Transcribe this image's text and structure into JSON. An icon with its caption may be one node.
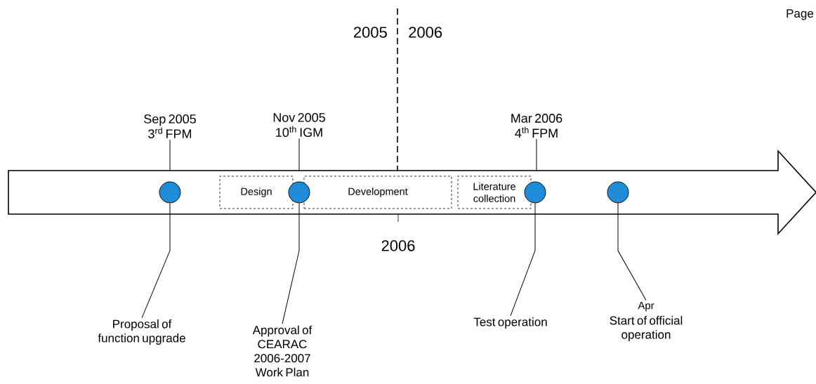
{
  "diagram": {
    "nodes": [
      {
        "text": [],
        "shape": "arrow"
      },
      {
        "text": [
          "Design"
        ],
        "in": 0
      },
      {
        "text": [
          "Development"
        ],
        "in": 0
      },
      {
        "text": [
          "Literature collection"
        ],
        "in": 0
      },
      {
        "text": [],
        "shape": "circle",
        "in": 0
      },
      {
        "text": [],
        "shape": "circle",
        "in": 0
      },
      {
        "text": [],
        "shape": "circle",
        "in": 0
      },
      {
        "text": [],
        "shape": "circle",
        "in": 0
      },
      {
        "text": [
          "Sep 2005 3$^{rd}$ FPM"
        ]
      },
      {
        "text": [
          "Nov 2005 10$^{th}$ IGM"
        ]
      },
      {
        "text": [
          "Mar 2006 4$^{th}$ FPM"
        ]
      },
      {
        "text": [
          "Proposal of function upgrade"
        ]
      },
      {
        "text": [
          "Approval of CEARAC 2006-2007 Work Plan"
        ]
      },
      {
        "text": [
          "Test operation"
        ]
      },
      {
        "text": [
          "Apr",
          "Start of official operation"
        ]
      }
    ],
    "edges": [
      {
        "from": 8,
        "to": 0,
        "arrow": "none"
      },
      {
        "from": 9,
        "to": 0,
        "arrow": "none"
      },
      {
        "from": 10,
        "to": 0,
        "arrow": "none"
      },
      {
        "from": 4,
        "to": 11,
        "arrow": "none"
      },
      {
        "from": 5,
        "to": 12,
        "arrow": "none"
      },
      {
        "from": 6,
        "to": 13,
        "arrow": "none"
      },
      {
        "from": 7,
        "to": 14,
        "arrow": "none"
      }
    ],
    "labels": [
      "Page",
      "2005",
      "2006",
      "2006"
    ]
  }
}
